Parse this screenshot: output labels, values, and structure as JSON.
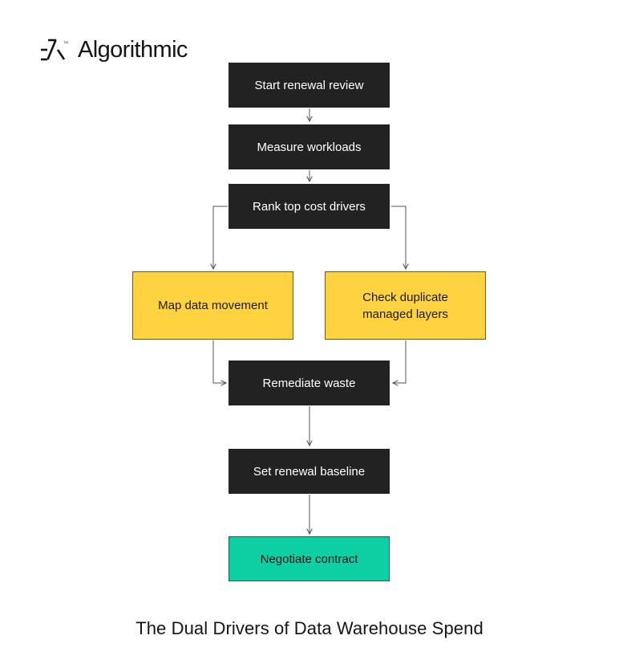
{
  "brand": {
    "name": "Algorithmic",
    "icon": "algorithmic-logo-mark"
  },
  "colors": {
    "process": "#222222",
    "analysis": "#ffd23f",
    "outcome": "#0ecfa4",
    "connector": "#555555"
  },
  "nodes": {
    "start_review": "Start renewal review",
    "measure_workloads": "Measure workloads",
    "rank_drivers": "Rank top cost drivers",
    "map_movement": "Map data movement",
    "check_duplicate": "Check duplicate\nmanaged layers",
    "remediate": "Remediate waste",
    "set_baseline": "Set renewal baseline",
    "negotiate": "Negotiate contract"
  },
  "edges": [
    {
      "from": "start_review",
      "to": "measure_workloads"
    },
    {
      "from": "measure_workloads",
      "to": "rank_drivers"
    },
    {
      "from": "rank_drivers",
      "to": "map_movement"
    },
    {
      "from": "rank_drivers",
      "to": "check_duplicate"
    },
    {
      "from": "map_movement",
      "to": "remediate"
    },
    {
      "from": "check_duplicate",
      "to": "remediate"
    },
    {
      "from": "remediate",
      "to": "set_baseline"
    },
    {
      "from": "set_baseline",
      "to": "negotiate"
    }
  ],
  "caption": "The Dual Drivers of Data Warehouse Spend"
}
